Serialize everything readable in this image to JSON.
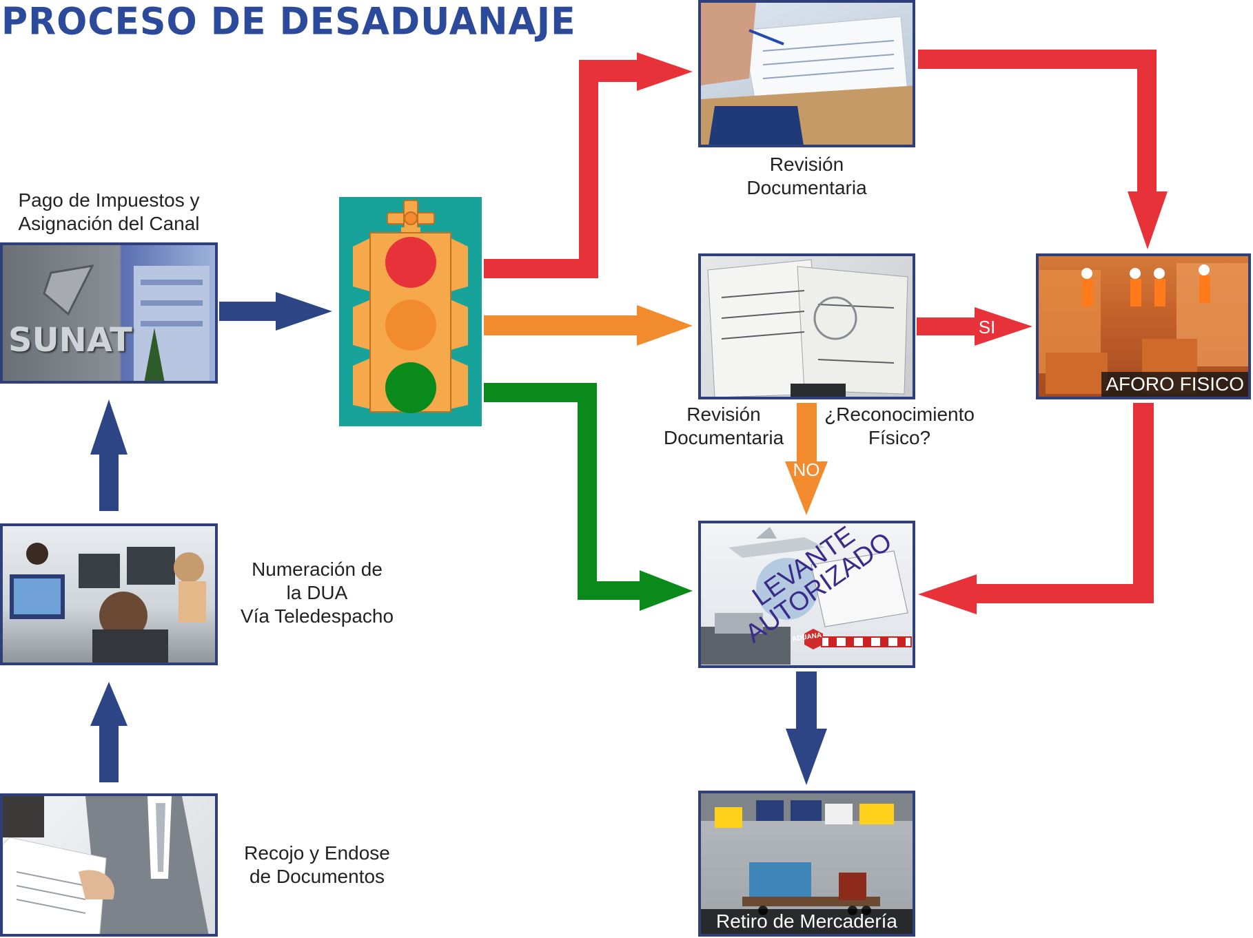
{
  "title": "PROCESO DE DESADUANAJE",
  "steps": {
    "pago": "Pago de Impuestos y\nAsignación del Canal",
    "numeracion": "Numeración de\nla DUA\nVía Teledespacho",
    "recojo": "Recojo y Endose\nde Documentos",
    "revision_roja": "Revisión\nDocumentaria",
    "revision_naranja": "Revisión\nDocumentaria",
    "reconocimiento": "¿Reconocimiento\nFísico?",
    "aforo": "AFORO FISICO",
    "retiro": "Retiro de Mercadería"
  },
  "images": {
    "sunat": "SUNAT",
    "levante_line1": "LEVANTE",
    "levante_line2": "AUTORIZADO",
    "aduana_sign": "ADUANA"
  },
  "branches": {
    "si": "SI",
    "no": "NO"
  },
  "colors": {
    "blue": "#2e4585",
    "red": "#e8323a",
    "orange": "#f28a2e",
    "green": "#0a8a1a",
    "teal": "#17a39a",
    "light_orange": "#f5a94a"
  }
}
